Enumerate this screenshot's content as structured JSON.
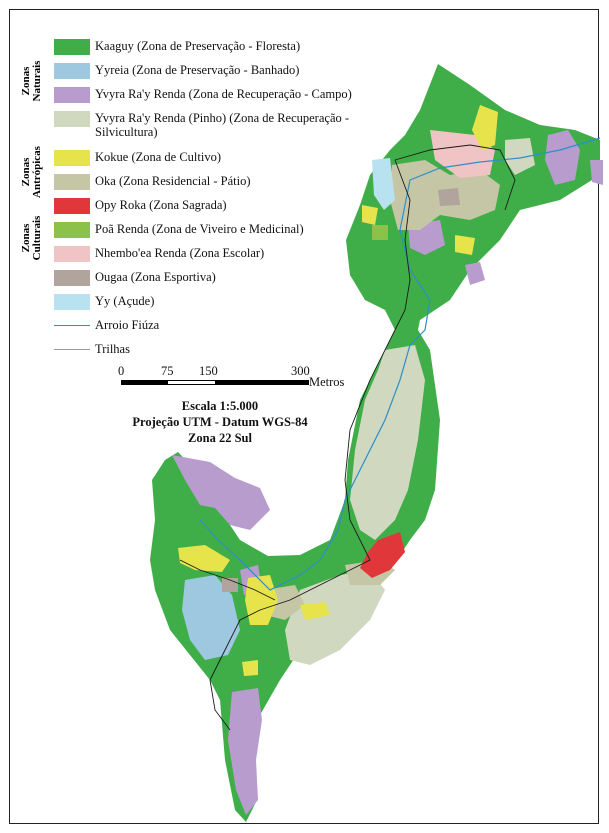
{
  "legend_groups": [
    {
      "id": "naturais",
      "label_lines": [
        "Zonas",
        "Naturais"
      ]
    },
    {
      "id": "antropicas",
      "label_lines": [
        "Zonas",
        "Antrópicas"
      ]
    },
    {
      "id": "culturais",
      "label_lines": [
        "Zonas",
        "Culturais"
      ]
    }
  ],
  "legend_items": [
    {
      "text": "Kaaguy (Zona de Preservação - Floresta)",
      "color": "#3fae49"
    },
    {
      "text": "Yyreia (Zona de Preservação - Banhado)",
      "color": "#9ec7e0"
    },
    {
      "text": "Yvyra Ra'y Renda (Zona de Recuperação - Campo)",
      "color": "#b89cce"
    },
    {
      "text": "Yvyra Ra'y Renda (Pinho) (Zona de Recuperação -",
      "text2": "Silvicultura)",
      "color": "#d0d8bf"
    },
    {
      "text": "Kokue (Zona de Cultivo)",
      "color": "#e6e44a"
    },
    {
      "text": "Oka (Zona Residencial - Pátio)",
      "color": "#c5c6a6"
    },
    {
      "text": "Opy Roka (Zona Sagrada)",
      "color": "#e0383a"
    },
    {
      "text": "Poã Renda (Zona de Viveiro e Medicinal)",
      "color": "#8cc24a"
    },
    {
      "text": "Nhembo'ea Renda (Zona Escolar)",
      "color": "#f0c4c4"
    },
    {
      "text": "Ougaa (Zona Esportiva)",
      "color": "#b0a49c"
    },
    {
      "text": "Yy (Açude)",
      "color": "#b8e2ef"
    }
  ],
  "legend_lines": [
    {
      "text": "Arroio Fiúza",
      "color": "#2e8fc6"
    },
    {
      "text": "Trilhas",
      "color": "#9a9a9a"
    }
  ],
  "scale": {
    "ticks": [
      "0",
      "75",
      "150",
      "300"
    ],
    "unit": "Metros",
    "info": [
      "Escala 1:5.000",
      "Projeção UTM - Datum WGS-84",
      "Zona 22 Sul"
    ]
  }
}
